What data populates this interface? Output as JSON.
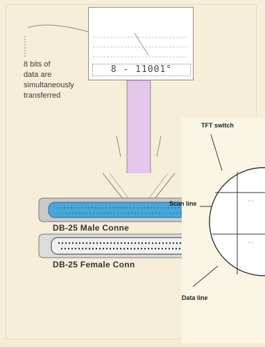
{
  "left_diagram": {
    "callout_text": "8 bits of\ndata are\nsimultaneously\ntransferred",
    "data_value": "8 - 11001°",
    "male_connector_label": "DB-25 Male Conne",
    "female_connector_label": "DB-25 Female Conn"
  },
  "right_diagram": {
    "tft_label": "TFT switch",
    "scan_line_label": "Scan line",
    "data_line_label": "Data line"
  },
  "colors": {
    "background": "#f3ead2",
    "arrow_fill": "#e6c6ec",
    "arrow_stroke": "#8e8e8e",
    "connector_blue": "#4aa6d8",
    "connector_gray": "#9a9a9a"
  }
}
